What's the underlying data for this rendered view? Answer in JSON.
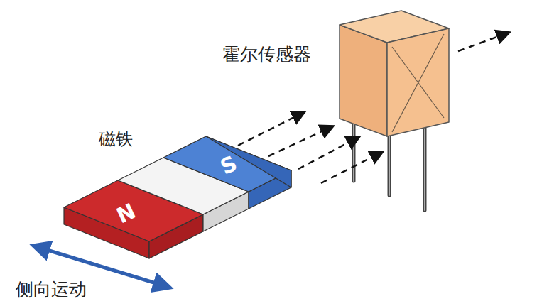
{
  "diagram": {
    "labels": [
      "霍尔传感器",
      "磁铁",
      "N",
      "S",
      "侧向运动"
    ]
  }
}
